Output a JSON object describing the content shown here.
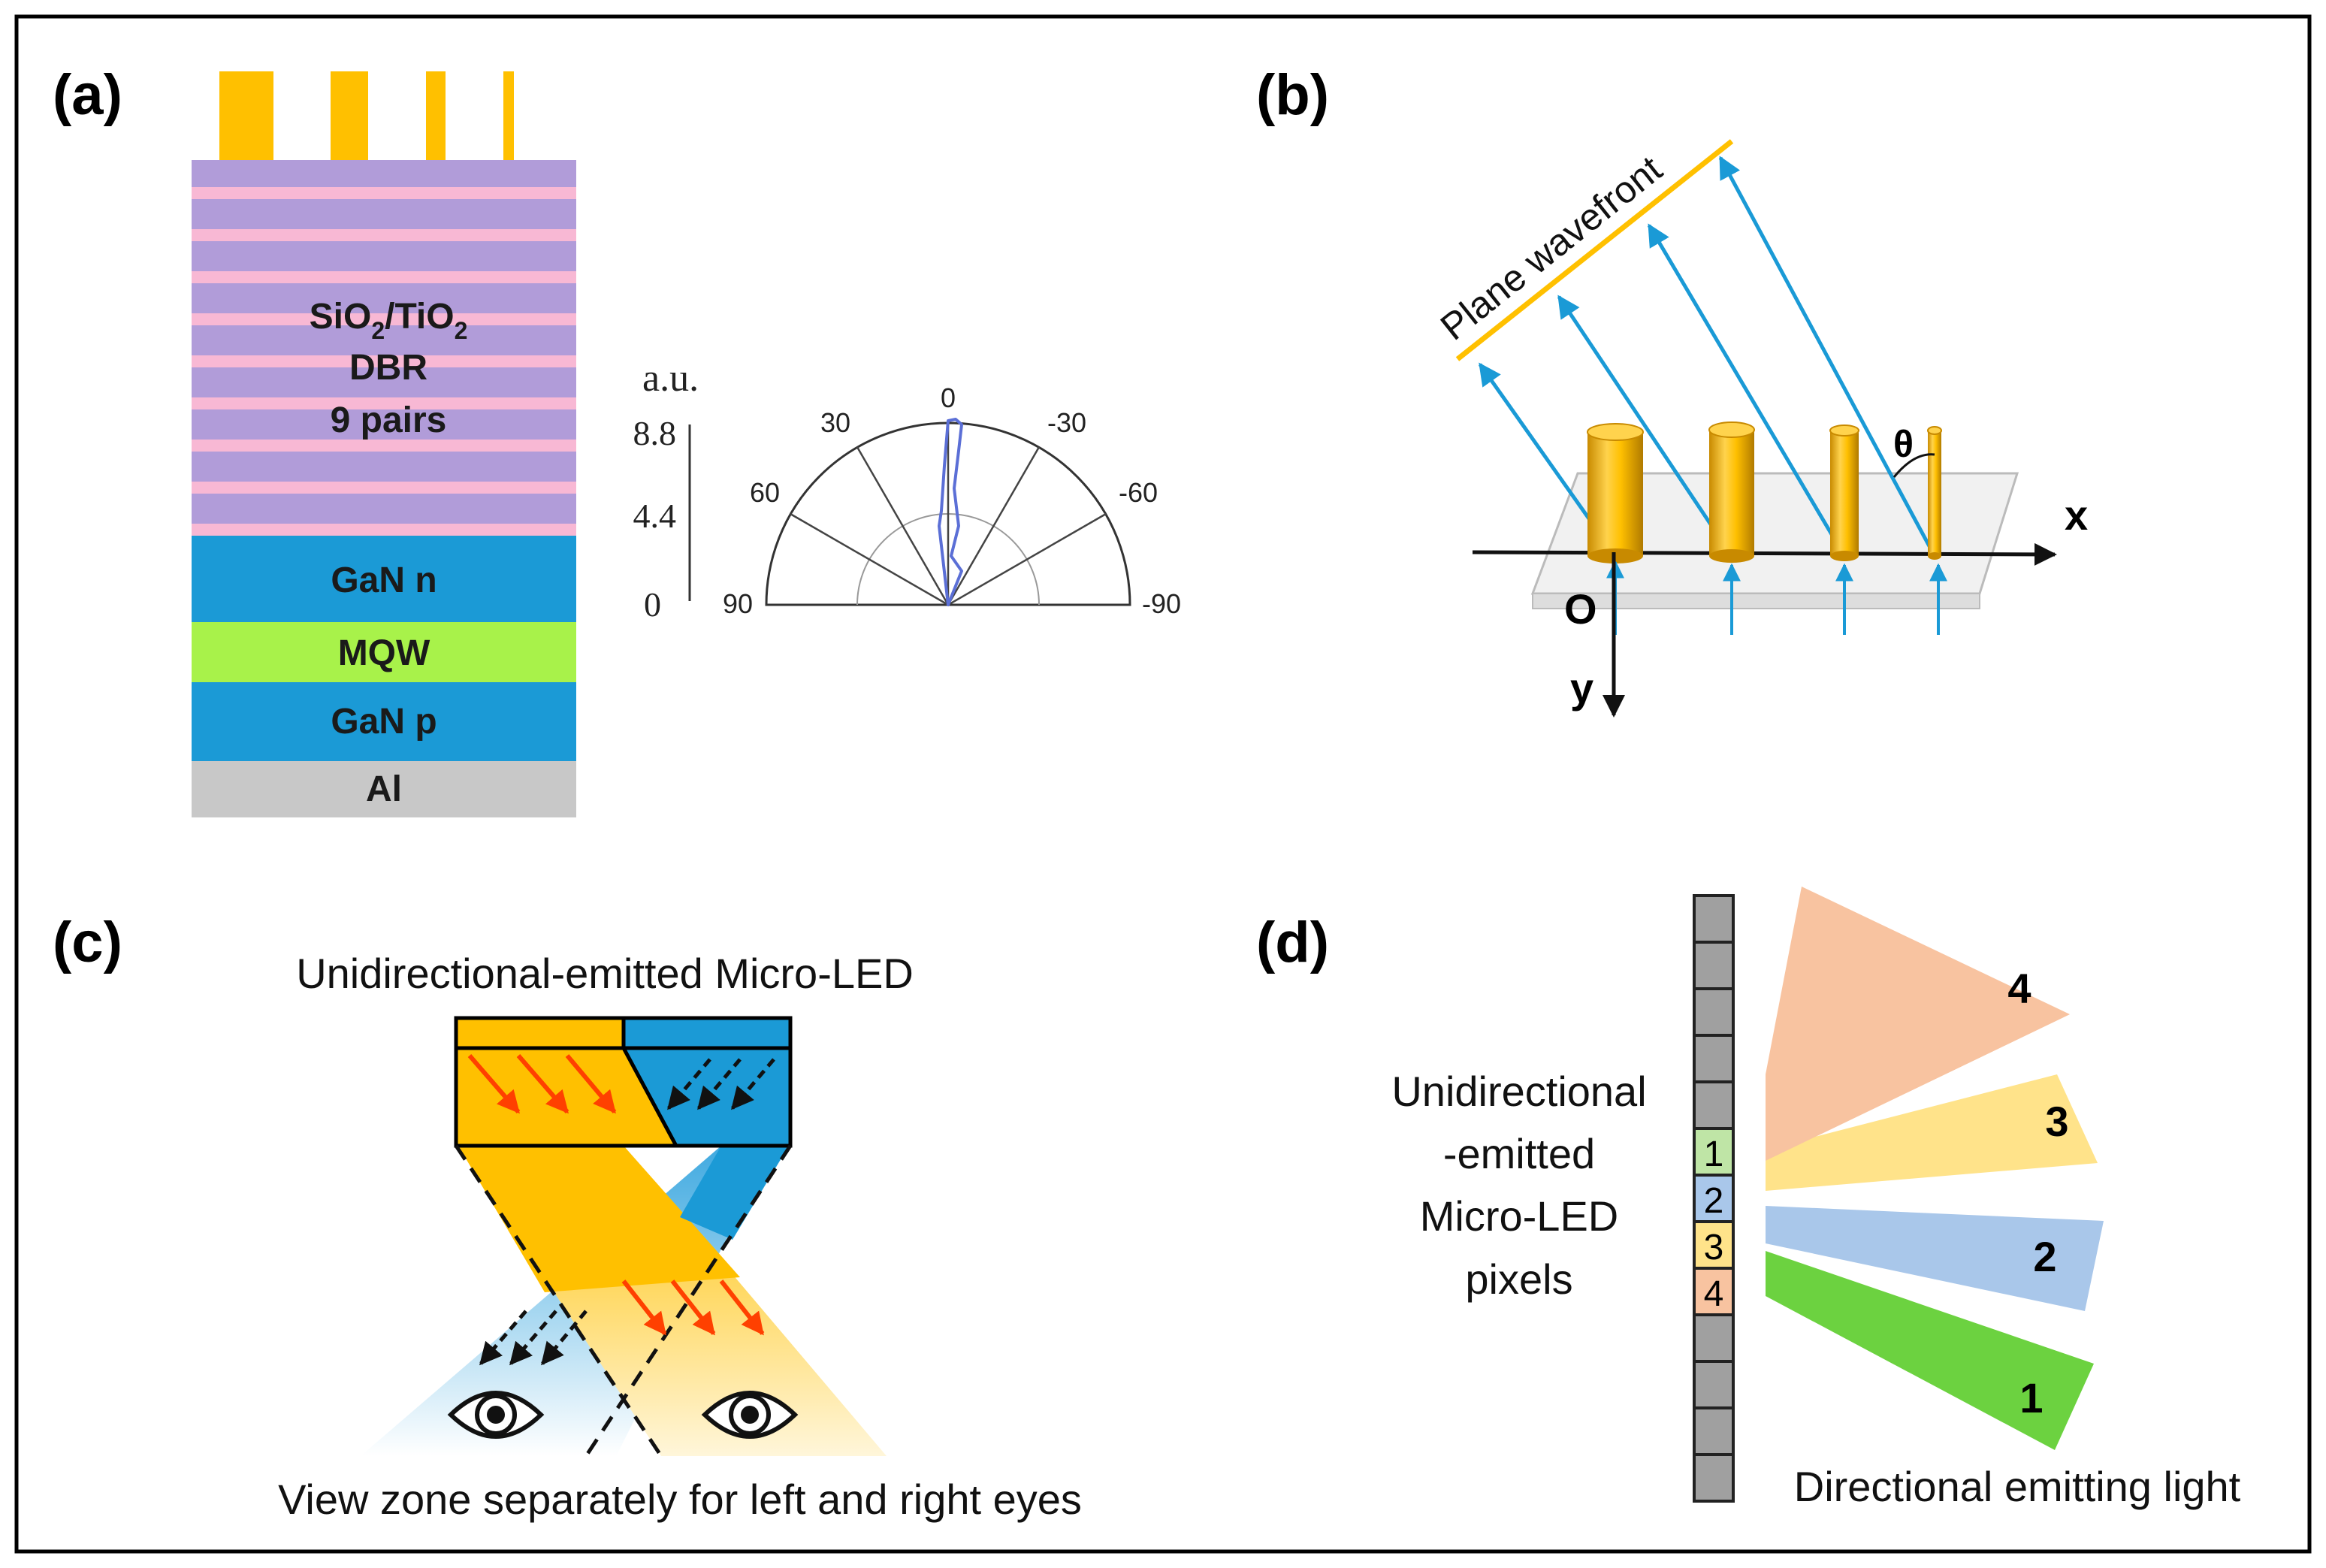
{
  "panels": {
    "a": {
      "label": "(a)",
      "layers": {
        "dbr_line1_main": "SiO",
        "dbr_line1_sub1": "2",
        "dbr_line1_mid": "/TiO",
        "dbr_line1_sub2": "2",
        "dbr_line2": "DBR",
        "dbr_line3": "9 pairs",
        "gan_n": "GaN n",
        "mqw": "MQW",
        "gan_p": "GaN p",
        "al": "Al"
      },
      "polar": {
        "unit": "a.u.",
        "radial_ticks": [
          "8.8",
          "4.4",
          "0"
        ],
        "angle_labels": {
          "a0": "0",
          "a30": "30",
          "am30": "-30",
          "a60": "60",
          "am60": "-60",
          "a90": "90",
          "am90": "-90"
        }
      }
    },
    "b": {
      "label": "(b)",
      "wavefront": "Plane wavefront",
      "theta": "θ",
      "axis_x": "x",
      "axis_y": "y",
      "origin": "O"
    },
    "c": {
      "label": "(c)",
      "title": "Unidirectional-emitted Micro-LED",
      "caption": "View zone separately for left and right eyes"
    },
    "d": {
      "label": "(d)",
      "side_line1": "Unidirectional",
      "side_line2": "-emitted",
      "side_line3": "Micro-LED",
      "side_line4": "pixels",
      "pixel_labels": [
        "1",
        "2",
        "3",
        "4"
      ],
      "beam_labels": [
        "4",
        "3",
        "2",
        "1"
      ],
      "caption": "Directional emitting light"
    }
  },
  "colors": {
    "gold": "#FFC000",
    "dbr_purple": "#B19CD9",
    "dbr_pink": "#F8B8D4",
    "gan_blue": "#1B9AD6",
    "mqw_green": "#A8F24A",
    "al_gray": "#C8C8C8",
    "arrow_blue": "#1A9AD6",
    "red_arrow": "#FF4000",
    "beam_orange": "#F8C3A0",
    "beam_yellow": "#FFE38A",
    "beam_blue": "#A9C7EA",
    "beam_green": "#6CD240"
  }
}
